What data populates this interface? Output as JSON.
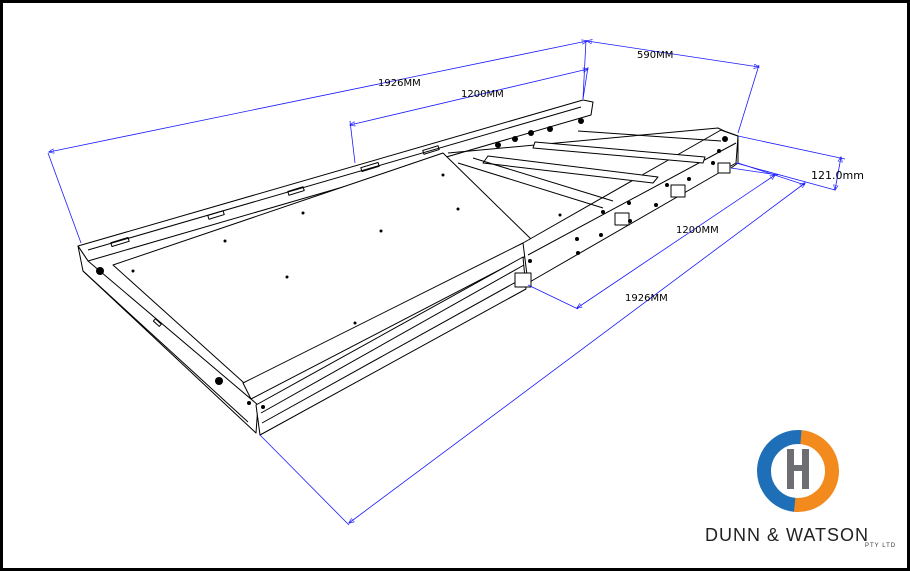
{
  "dimensions": {
    "top_overall_length": "1926MM",
    "top_slide_length": "1200MM",
    "width": "590MM",
    "height": "121.0mm",
    "right_slide_length": "1200MM",
    "right_overall_length": "1926MM"
  },
  "logo": {
    "name": "DUNN & WATSON",
    "suffix": "PTY LTD",
    "colors": {
      "orange": "#f28a1e",
      "blue": "#1f6fb8",
      "grey": "#6d6e71"
    }
  },
  "colors": {
    "dimension_line": "#1a1aff",
    "outline": "#000000"
  }
}
